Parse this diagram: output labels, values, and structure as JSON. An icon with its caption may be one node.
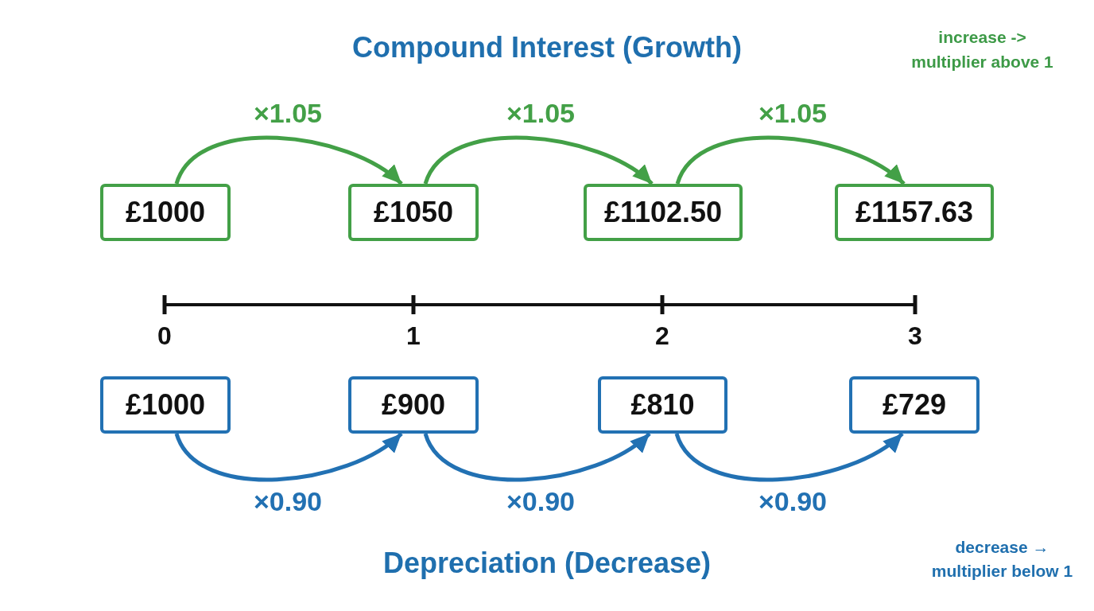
{
  "diagram": {
    "title": "Compound Interest (Growth)",
    "nodes": [
      {
        "text": [
          "£1000"
        ]
      },
      {
        "text": [
          "£1050"
        ]
      },
      {
        "text": [
          "£1102.50"
        ]
      },
      {
        "text": [
          "£1157.63"
        ]
      },
      {
        "text": [
          "£1000"
        ]
      },
      {
        "text": [
          "£900"
        ]
      },
      {
        "text": [
          "£810"
        ]
      },
      {
        "text": [
          "£729"
        ]
      }
    ],
    "edges": [
      {
        "from": 0,
        "to": 1,
        "arrow": "to",
        "label": "×1.05",
        "color": "#43a047"
      },
      {
        "from": 1,
        "to": 2,
        "arrow": "to",
        "label": "×1.05",
        "color": "#43a047"
      },
      {
        "from": 2,
        "to": 3,
        "arrow": "to",
        "label": "×1.05",
        "color": "#43a047"
      },
      {
        "from": 4,
        "to": 5,
        "arrow": "to",
        "label": "×0.90",
        "color": "#2271b3"
      },
      {
        "from": 5,
        "to": 6,
        "arrow": "to",
        "label": "×0.90",
        "color": "#2271b3"
      },
      {
        "from": 6,
        "to": 7,
        "arrow": "to",
        "label": "×0.90",
        "color": "#2271b3"
      }
    ],
    "labels": [
      "increase -> multiplier above 1",
      "0",
      "1",
      "2",
      "3",
      "Depreciation (Decrease)",
      "decrease → multiplier below 1"
    ]
  }
}
